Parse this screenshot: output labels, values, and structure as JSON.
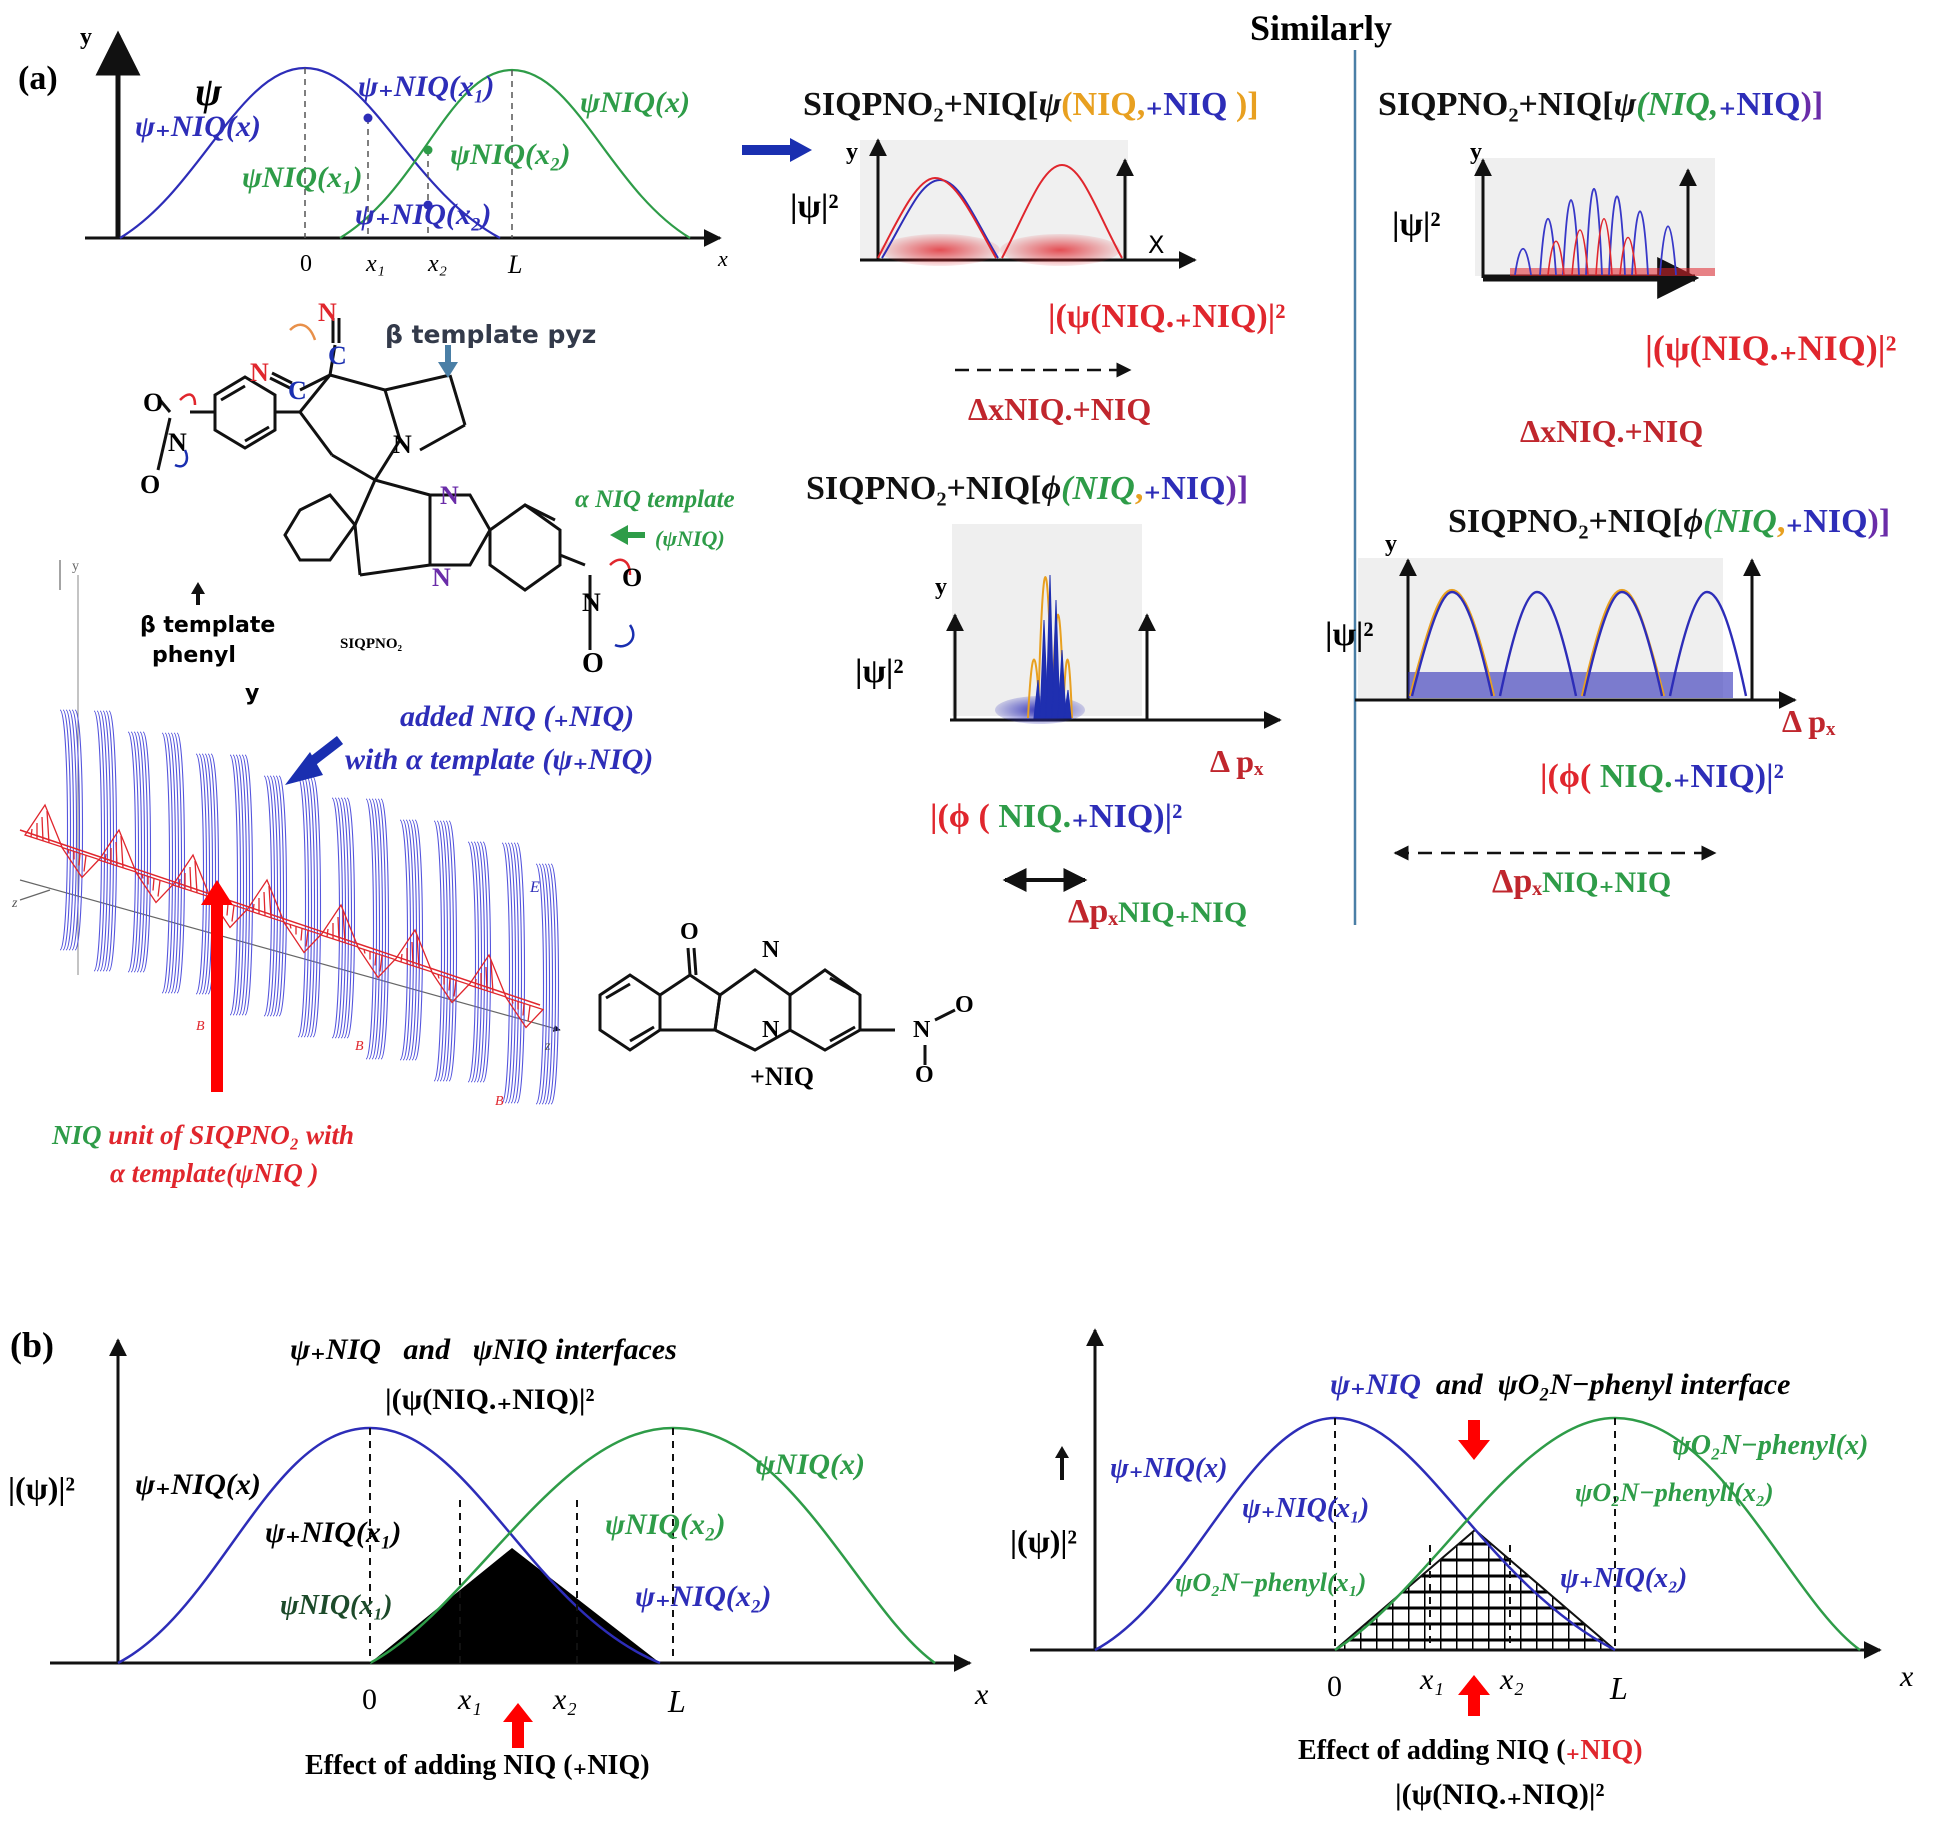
{
  "panel_a": {
    "label": "(a)",
    "similarly": "Similarly",
    "top_left_plot": {
      "y_axis": "y",
      "psi": "ψ",
      "psi_plus_niq_x": "ψ₊NIQ(x)",
      "psi_plus_niq_x1": "ψ₊NIQ(x₁)",
      "psi_niq_x": "ψNIQ(x)",
      "psi_niq_x1": "ψNIQ(x₁)",
      "psi_niq_x2": "ψNIQ(x₂)",
      "psi_plus_niq_x2": "ψ₊NIQ(x₂)",
      "tick_0": "0",
      "tick_x1": "x₁",
      "tick_x2": "x₂",
      "tick_L": "L",
      "x_axis": "x"
    },
    "mid_top": {
      "title_prefix": "SIQPNO₂+NIQ[",
      "title_fn": "ψ",
      "title_a": "(NIQ",
      "title_sep": ",",
      "title_b": "₊NIQ",
      "title_end": " )]",
      "y_axis": "y",
      "ylabel": "|ψ|²",
      "x_axis": "X",
      "density_label": "|(ψ(NIQ.₊NIQ)|²",
      "dx_label": "ΔxNIQ.+NIQ"
    },
    "right_top": {
      "title_prefix": "SIQPNO₂+NIQ[",
      "title_fn": "ψ",
      "title_a": "(NIQ,",
      "title_b": "₊NIQ",
      "title_end": ")]",
      "y_axis": "y",
      "ylabel": "|ψ|²",
      "density_label": "|(ψ(NIQ.₊NIQ)|²",
      "dx_label": "ΔxNIQ.+NIQ"
    },
    "mid_bottom": {
      "title_prefix": "SIQPNO₂+NIQ[",
      "title_fn": "ϕ",
      "title_a": "(NIQ",
      "title_sep": ",",
      "title_b": "₊NIQ",
      "title_end": ")]",
      "y_axis": "y",
      "ylabel": "|ψ|²",
      "x_axis": "Δ pₓ",
      "density_label_a": "|(ϕ ( ",
      "density_label_b": "NIQ.",
      "density_label_c": "₊NIQ)|²",
      "dp_label": "Δpₓ",
      "dp_sub": "NIQ₊NIQ"
    },
    "right_bottom": {
      "title_prefix": "SIQPNO₂+NIQ[",
      "title_fn": "ϕ",
      "title_a": "(NIQ",
      "title_sep": ",",
      "title_b": "₊NIQ",
      "title_end": ")]",
      "y_axis": "y",
      "ylabel": "|ψ|²",
      "x_axis": "Δ pₓ",
      "density_label_a": "|(ϕ( ",
      "density_label_b": "NIQ.",
      "density_label_c": "₊NIQ)|²",
      "dp_label": "Δpₓ",
      "dp_sub": "NIQ₊NIQ"
    },
    "molecule": {
      "beta_pyz": "β template pyz",
      "alpha_niq": "α NIQ template",
      "alpha_niq_sub": "(ψNIQ)",
      "beta_phenyl_1": "β template",
      "beta_phenyl_2": "phenyl",
      "name": "SIQPNO₂",
      "atom_N": "N",
      "atom_C": "C",
      "atom_O": "O"
    },
    "wave": {
      "y_label": "y",
      "added_1": "added NIQ (₊NIQ)",
      "added_2": "with α  template (ψ₊NIQ)",
      "niq_unit_1a": "NIQ",
      "niq_unit_1b": " unit of SIQPNO₂ with",
      "niq_unit_2": "α template(ψNIQ )",
      "axis_z": "z",
      "axis_y": "y",
      "field_E": "E",
      "field_B": "B"
    },
    "plus_niq": {
      "name": "+NIQ",
      "atom_O": "O",
      "atom_N": "N"
    }
  },
  "panel_b": {
    "label": "(b)",
    "left": {
      "title_a": "ψ₊NIQ",
      "title_and": "and",
      "title_b": "ψNIQ",
      "title_c": "interfaces",
      "density": "|(ψ(NIQ.₊NIQ)|²",
      "ylabel": "|(ψ)|²",
      "psi_plus_niq_x": "ψ₊NIQ(x)",
      "psi_plus_niq_x1": "ψ₊NIQ(x₁)",
      "psi_niq_x1": "ψNIQ(x₁)",
      "psi_niq_x": "ψNIQ(x)",
      "psi_niq_x2": "ψNIQ(x₂)",
      "psi_plus_niq_x2": "ψ₊NIQ(x₂)",
      "tick_0": "0",
      "tick_x1": "x₁",
      "tick_x2": "x₂",
      "tick_L": "L",
      "x_axis": "x",
      "effect": "Effect of adding NIQ (₊NIQ)"
    },
    "right": {
      "title_a": "ψ₊NIQ",
      "title_and": "and",
      "title_b": "ψO₂N−phenyl",
      "title_c": "interface",
      "ylabel": "|(ψ)|²",
      "psi_plus_niq_x": "ψ₊NIQ(x)",
      "psi_plus_niq_x1": "ψ₊NIQ(x₁)",
      "psi_o2n_x": "ψO₂N−phenyl(x)",
      "psi_o2n_x2": "ψO₂N−phenyll(x₂)",
      "psi_o2n_x1": "ψO₂N−phenyl(x₁)",
      "psi_plus_niq_x2": "ψ₊NIQ(x₂)",
      "tick_0": "0",
      "tick_x1": "x₁",
      "tick_x2": "x₂",
      "tick_L": "L",
      "x_axis": "x",
      "effect_a": "Effect of adding NIQ (",
      "effect_b": "₊NIQ",
      "effect_c": ")",
      "density": "|(ψ(NIQ.₊NIQ)|²"
    }
  },
  "colors": {
    "blue": "#2d2db8",
    "green": "#2e9c48",
    "red": "#e0262d",
    "orange": "#e8a020",
    "black": "#111111",
    "divider": "#4a7fa6"
  }
}
